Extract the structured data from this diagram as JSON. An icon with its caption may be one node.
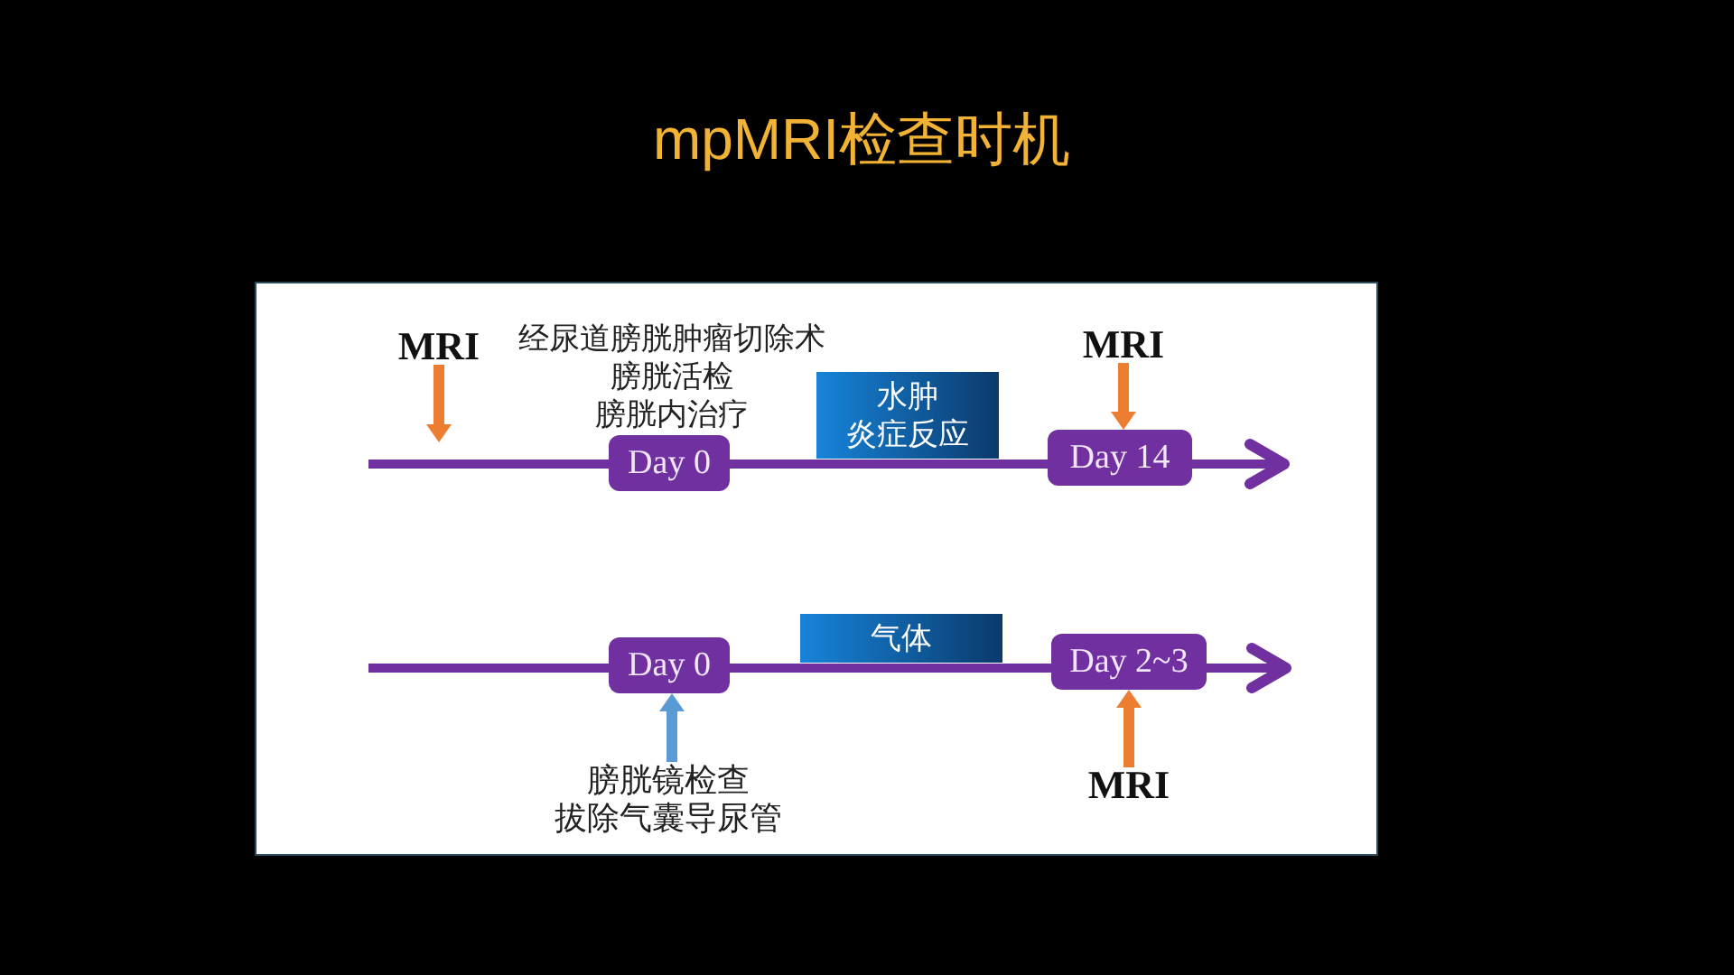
{
  "diagram": {
    "title": "mpMRI检查时机",
    "nodes": [
      {
        "text": [
          "MRI"
        ]
      },
      {
        "text": [
          "Day 0"
        ],
        "beside": [
          "经尿道膀胱肿瘤切除术",
          "膀胱活检",
          "膀胱内治疗"
        ]
      },
      {
        "text": [
          "水肿",
          "炎症反应"
        ]
      },
      {
        "text": [
          "MRI"
        ]
      },
      {
        "text": [
          "Day 14"
        ]
      },
      {
        "text": [
          "Day 0"
        ]
      },
      {
        "text": [
          "气体"
        ]
      },
      {
        "text": [
          "Day 2~3"
        ]
      },
      {
        "text": [
          "膀胱镜检查",
          "拔除气囊导尿管"
        ]
      },
      {
        "text": [
          "MRI"
        ]
      }
    ],
    "edges": [
      {
        "from": null,
        "to": 1,
        "arrow": "none"
      },
      {
        "from": 1,
        "to": 4,
        "arrow": "none"
      },
      {
        "from": 4,
        "to": null,
        "arrow": "to"
      },
      {
        "from": 0,
        "to": null,
        "arrow": "to",
        "color": "#ed7d31"
      },
      {
        "from": 3,
        "to": 4,
        "arrow": "to",
        "color": "#ed7d31"
      },
      {
        "from": null,
        "to": 5,
        "arrow": "none"
      },
      {
        "from": 5,
        "to": 7,
        "arrow": "none"
      },
      {
        "from": 7,
        "to": null,
        "arrow": "to"
      },
      {
        "from": 8,
        "to": 5,
        "arrow": "to",
        "color": "#5b9bd5"
      },
      {
        "from": 9,
        "to": 7,
        "arrow": "to",
        "color": "#ed7d31"
      }
    ]
  }
}
